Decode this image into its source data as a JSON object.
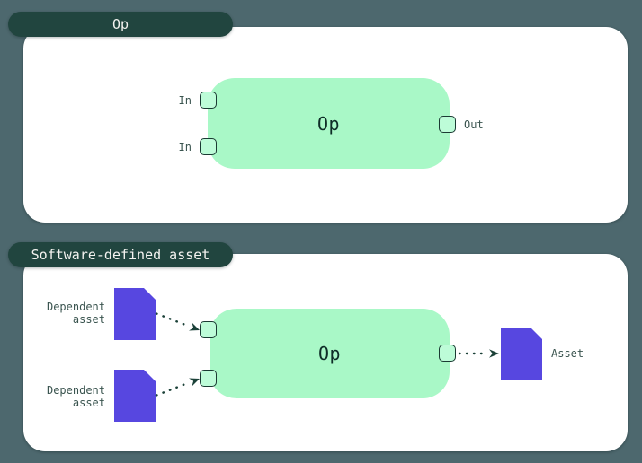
{
  "colors": {
    "background": "#4d686e",
    "tab_bg": "#21453f",
    "tab_text": "#f4f3f0",
    "card_bg": "#ffffff",
    "node_fill": "#a9f8c7",
    "port_fill": "#bdfcd8",
    "port_border": "#1b3a33",
    "node_text": "#0e2d27",
    "label_text": "#3a544f",
    "asset_fill": "#5747e0",
    "arrow": "#1b4138"
  },
  "panels": [
    {
      "tab_label": "Op",
      "node_label": "Op",
      "inputs": [
        {
          "label": "In"
        },
        {
          "label": "In"
        }
      ],
      "output_label": "Out"
    },
    {
      "tab_label": "Software-defined asset",
      "node_label": "Op",
      "dependent_assets": [
        {
          "label": "Dependent\nasset"
        },
        {
          "label": "Dependent\nasset"
        }
      ],
      "output_asset_label": "Asset"
    }
  ]
}
